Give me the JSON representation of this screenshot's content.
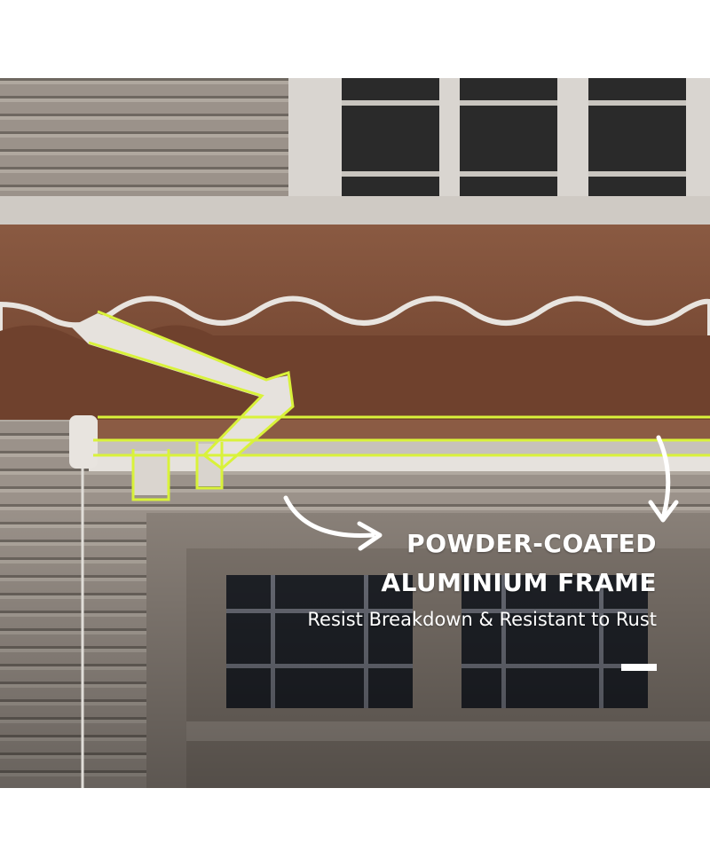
{
  "caption": {
    "headline_line1": "POWDER-COATED",
    "headline_line2": "ALUMINIUM FRAME",
    "subline": "Resist Breakdown & Resistant to Rust"
  },
  "colors": {
    "background": "#ffffff",
    "wood_siding": "#9a9087",
    "awning_fabric": "#7a4c36",
    "frame": "#e8e4df",
    "highlight": "#d9f23a",
    "text": "#ffffff"
  },
  "icons": {
    "arrow_left": "curved-arrow-right",
    "arrow_right": "curved-arrow-down"
  }
}
